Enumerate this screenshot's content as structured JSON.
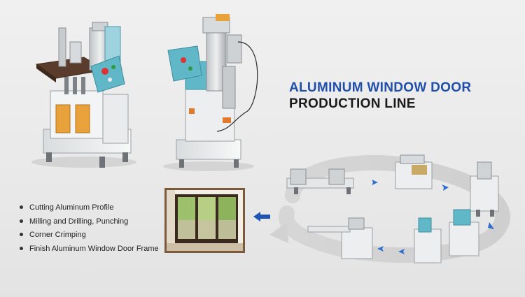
{
  "heading": {
    "line1": "ALUMINUM WINDOW DOOR",
    "line2": "PRODUCTION LINE"
  },
  "process_steps": [
    "Cutting Aluminum Profile",
    "Milling and Drilling, Punching",
    "Corner Crimping",
    "Finish Aluminum Window Door Frame"
  ],
  "colors": {
    "heading_line1": "#1f4fa8",
    "heading_line2": "#1a1a1a",
    "arrow_blue": "#1e55b5",
    "machine_teal": "#5fb7c8"
  }
}
